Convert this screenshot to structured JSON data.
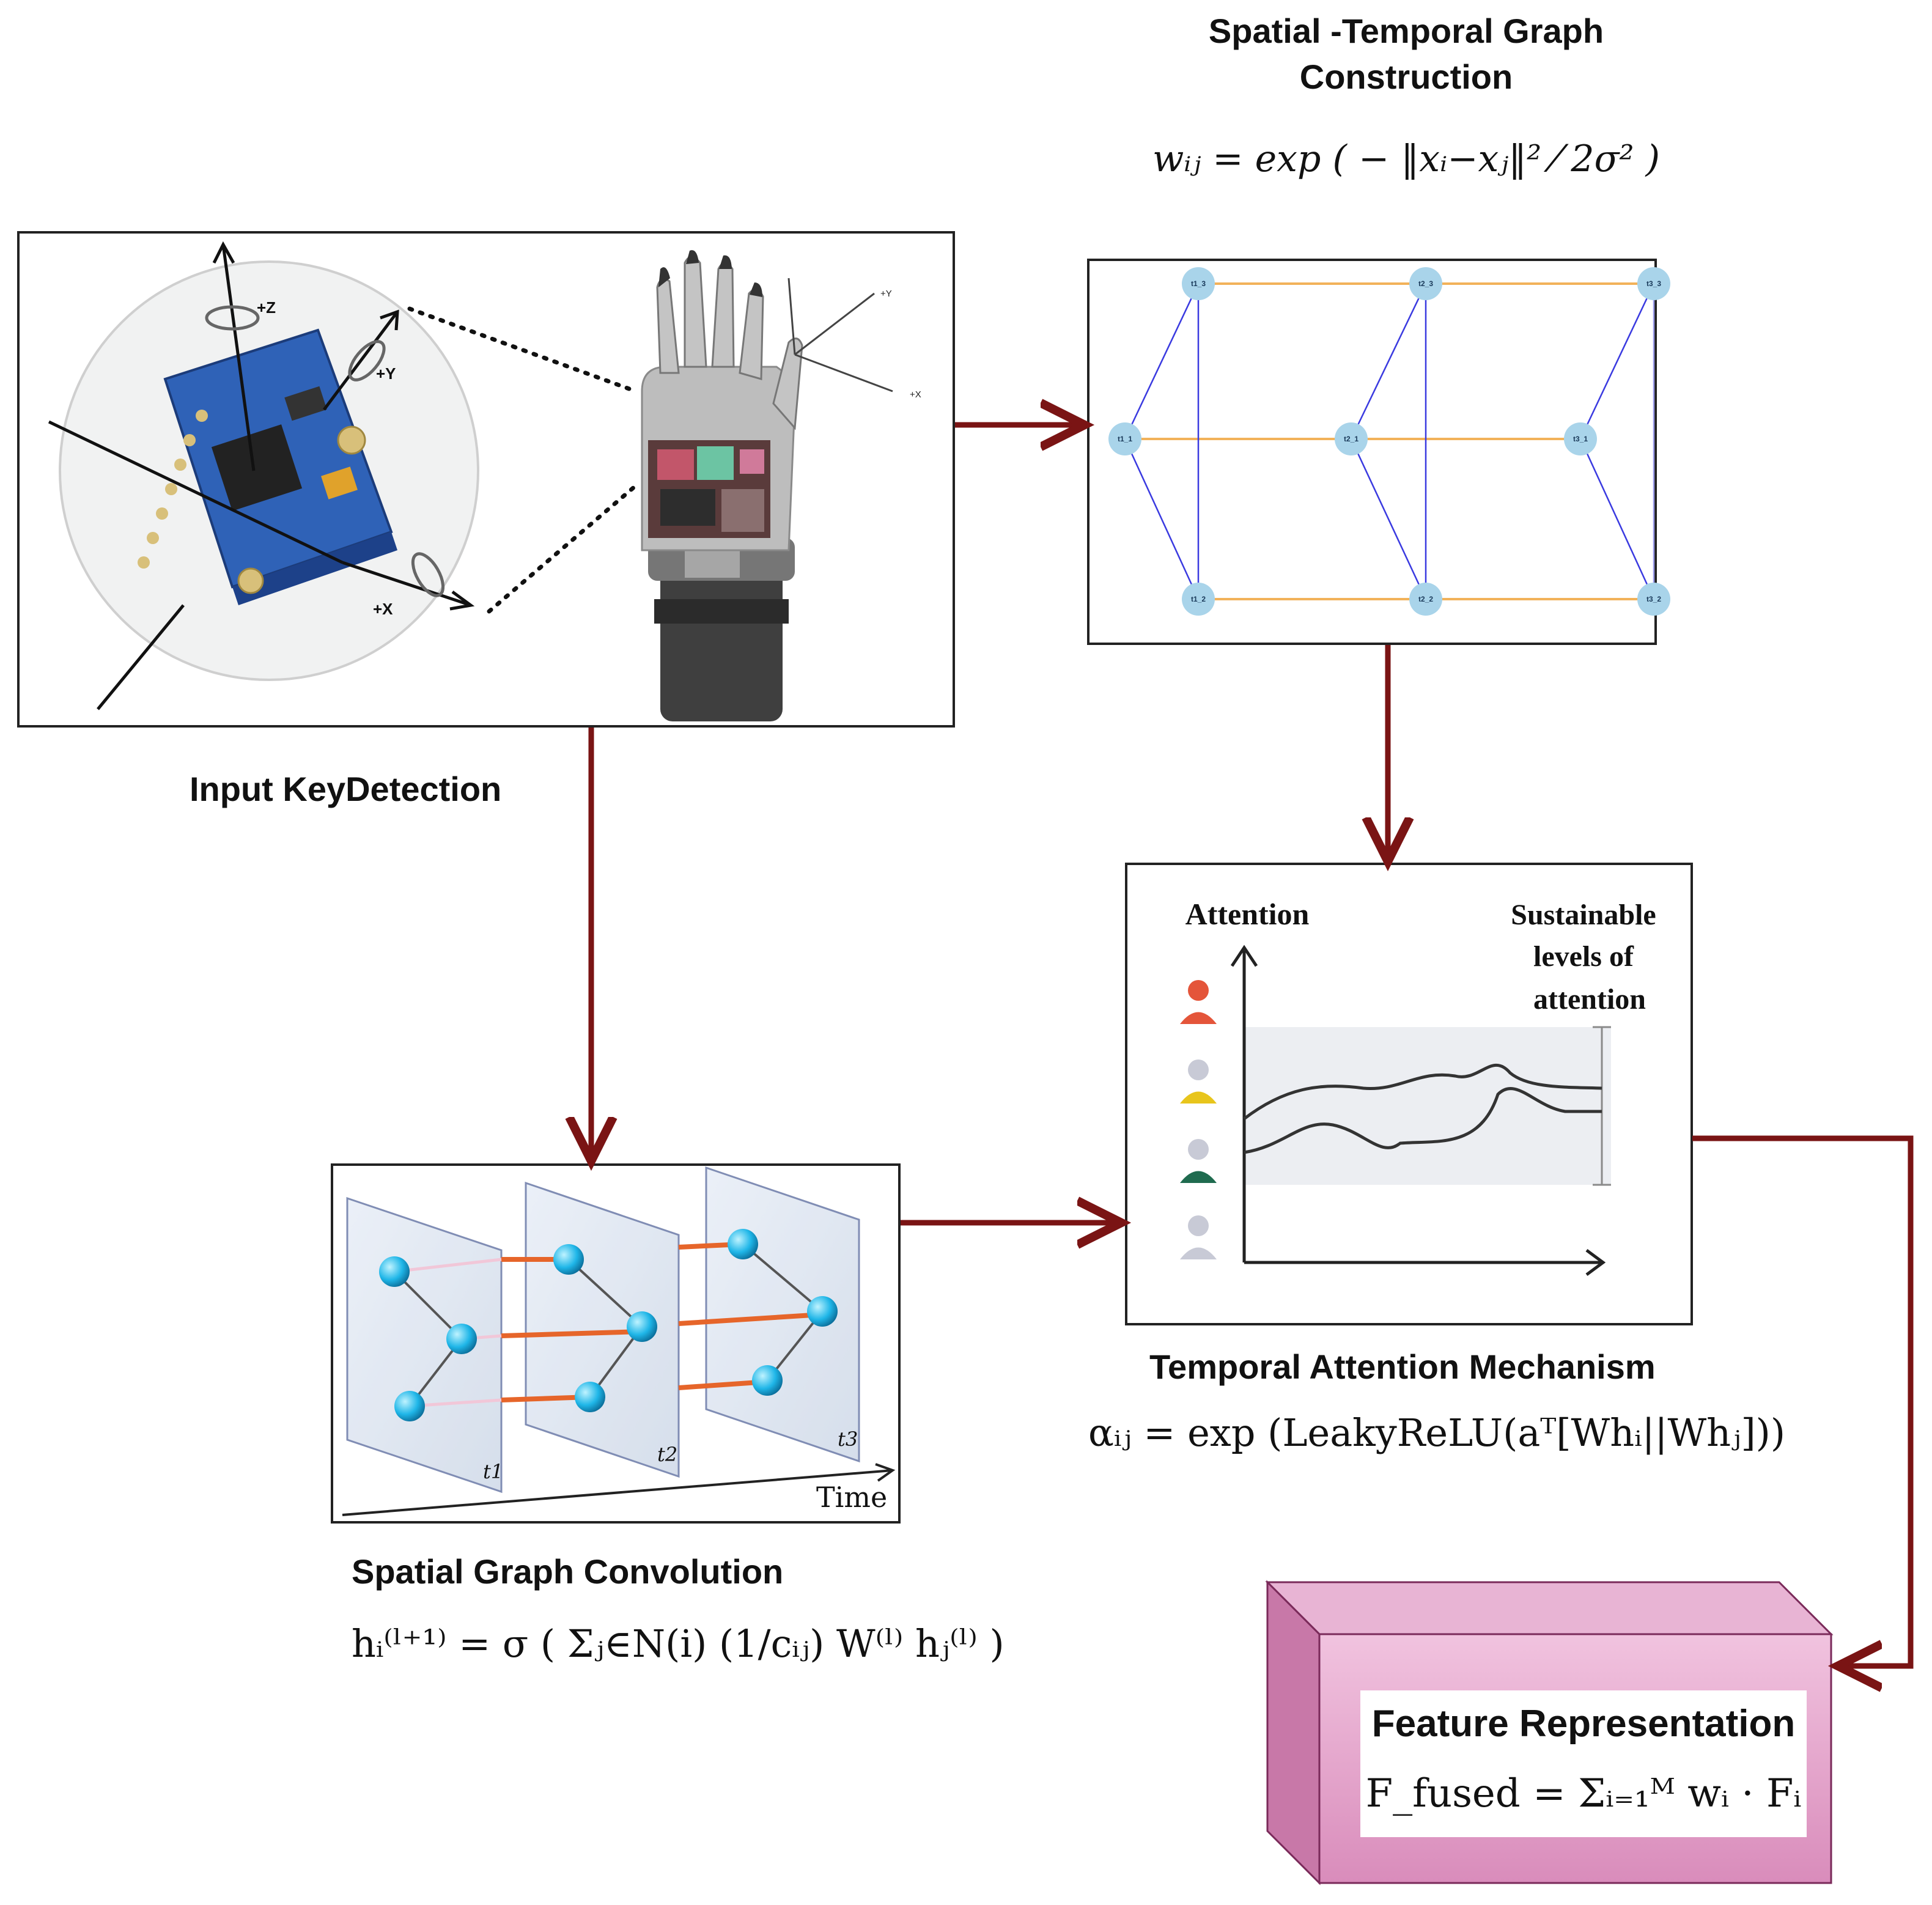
{
  "colors": {
    "arrow": "#7a1414",
    "node_fill": "#a9d4ea",
    "temporal_edge": "#f2b25a",
    "spatial_edge": "#3a3ae0",
    "feature_box": "#e8aed0",
    "attention_band": "#eceef2",
    "person_red": "#e4553a",
    "person_yellow": "#e8c51c",
    "person_green": "#1f6b4f",
    "person_grey": "#c8cad6"
  },
  "input": {
    "title": "Input KeyDetection",
    "axis_labels": [
      "+Z",
      "+Y",
      "+X"
    ],
    "glove_axes": [
      "+Y",
      "+X"
    ]
  },
  "construction": {
    "title_line1": "Spatial -Temporal Graph",
    "title_line2": "Construction",
    "formula": "wᵢⱼ = exp ( − ‖xᵢ−xⱼ‖² ⁄ 2σ² )",
    "nodes": [
      "t1_3",
      "t2_3",
      "t3_3",
      "t1_1",
      "t2_1",
      "t3_1",
      "t1_2",
      "t2_2",
      "t3_2"
    ]
  },
  "attention": {
    "label_left": "Attention",
    "label_right_line1": "Sustainable",
    "label_right_line2": "levels of",
    "label_right_line3": "attention",
    "title": "Temporal Attention Mechanism",
    "formula": "αᵢⱼ = exp (LeakyReLU(aᵀ[Whᵢ||Whⱼ]))",
    "person_icons": [
      "person-red-icon",
      "person-yellow-icon",
      "person-green-icon",
      "person-grey-icon"
    ]
  },
  "convolution": {
    "title": "Spatial Graph Convolution",
    "formula": "hᵢ⁽ˡ⁺¹⁾ = σ ( Σⱼ∈N(i) (1/cᵢⱼ) W⁽ˡ⁾ hⱼ⁽ˡ⁾ )",
    "time_label": "Time",
    "frames": [
      "t1",
      "t2",
      "t3"
    ]
  },
  "feature": {
    "title": "Feature Representation",
    "formula": "F_fused = Σᵢ₌₁ᴹ wᵢ · Fᵢ"
  }
}
